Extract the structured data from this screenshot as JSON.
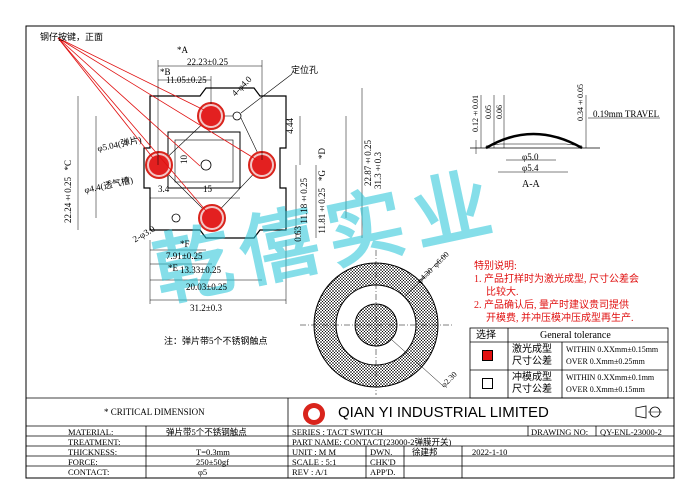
{
  "watermark": "乾僖实业",
  "drawing": {
    "labels": {
      "steel_button": "钢仔按键，正面",
      "locating_hole": "定位孔",
      "datum_a": "*A",
      "datum_b": "*B",
      "datum_c": "*C",
      "datum_d": "*D",
      "datum_e": "*E",
      "datum_f": "*F",
      "datum_g": "*G",
      "dim_22_23": "22.23±0.25",
      "dim_11_05": "11.05±0.25",
      "dim_4_0": "4-φ4.0",
      "dim_5_04": "φ5.04(弹片)",
      "dim_4_4": "φ4.4(透气槽)",
      "dim_22_24": "22.24±0.25",
      "dim_10": "10",
      "dim_3_4": "3.4",
      "dim_15": "15",
      "dim_4_44": "4.44",
      "dim_22_87": "22.87±0.25",
      "dim_31_3": "31.3±0.3",
      "dim_11_18": "11.18±0.25",
      "dim_11_81": "11.81±0.25",
      "dim_0_63": "0.63",
      "dim_2_3": "2-φ3.0",
      "dim_7_91": "7.91±0.25",
      "dim_13_33": "13.33±0.25",
      "dim_20_03": "20.03±0.25",
      "dim_31_2": "31.2±0.3",
      "note": "注：弹片带5个不锈钢触点",
      "sec_0_12": "0.12±0.01",
      "sec_0_05": "0.05",
      "sec_0_06": "0.06",
      "sec_0_34": "0.34±0.05",
      "travel": "0.19mm TRAVEL",
      "sec_phi5": "φ5.0",
      "sec_phi54": "φ5.4",
      "section": "A-A",
      "ring_6": "φ6.00",
      "ring_43": "φ4.30",
      "ring_23": "φ2.30"
    }
  },
  "notes": {
    "title": "特别说明:",
    "line1": "1. 产品打样时为激光成型, 尺寸公差会",
    "line1b": "比较大.",
    "line2": "2. 产品确认后, 量产时建议贵司提供",
    "line2b": "开模费, 并冲压模冲压成型再生产."
  },
  "tolerance": {
    "select_header": "选择",
    "header": "General tolerance",
    "row1_method_a": "激光成型",
    "row1_method_b": "尺寸公差",
    "row1_within": "WITHIN 0.XXmm±0.15mm",
    "row1_over": "OVER    0.Xmm±0.25mm",
    "row2_method_a": "冲模成型",
    "row2_method_b": "尺寸公差",
    "row2_within": "WITHIN 0.XXmm±0.1mm",
    "row2_over": "OVER    0.Xmm±0.15mm"
  },
  "title_block": {
    "critical": "* CRITICAL  DIMENSION",
    "company": "QIAN YI INDUSTRIAL LIMITED",
    "material_label": "MATERIAL:",
    "material_value": "弹片带5个不锈钢触点",
    "treatment_label": "TREATMENT:",
    "treatment_value": "",
    "thickness_label": "THICKNESS:",
    "thickness_value": "T=0.3mm",
    "force_label": "FORCE:",
    "force_value": "250±50gf",
    "contact_label": "CONTACT:",
    "contact_value": "φ5",
    "series": "SERIES : TACT SWITCH",
    "part_name": "PART NAME: CONTACT(23000-2弹膜开关)",
    "drawing_no_label": "DRAWING NO:",
    "drawing_no": "QY-ENL-23000-2",
    "unit": "UNIT : M M",
    "dwn_label": "DWN.",
    "dwn_name": "徐建邦",
    "date": "2022-1-10",
    "scale": "SCALE : 5:1",
    "chkd": "CHK'D",
    "rev": "REV  : A/1",
    "appd": "APP'D."
  }
}
